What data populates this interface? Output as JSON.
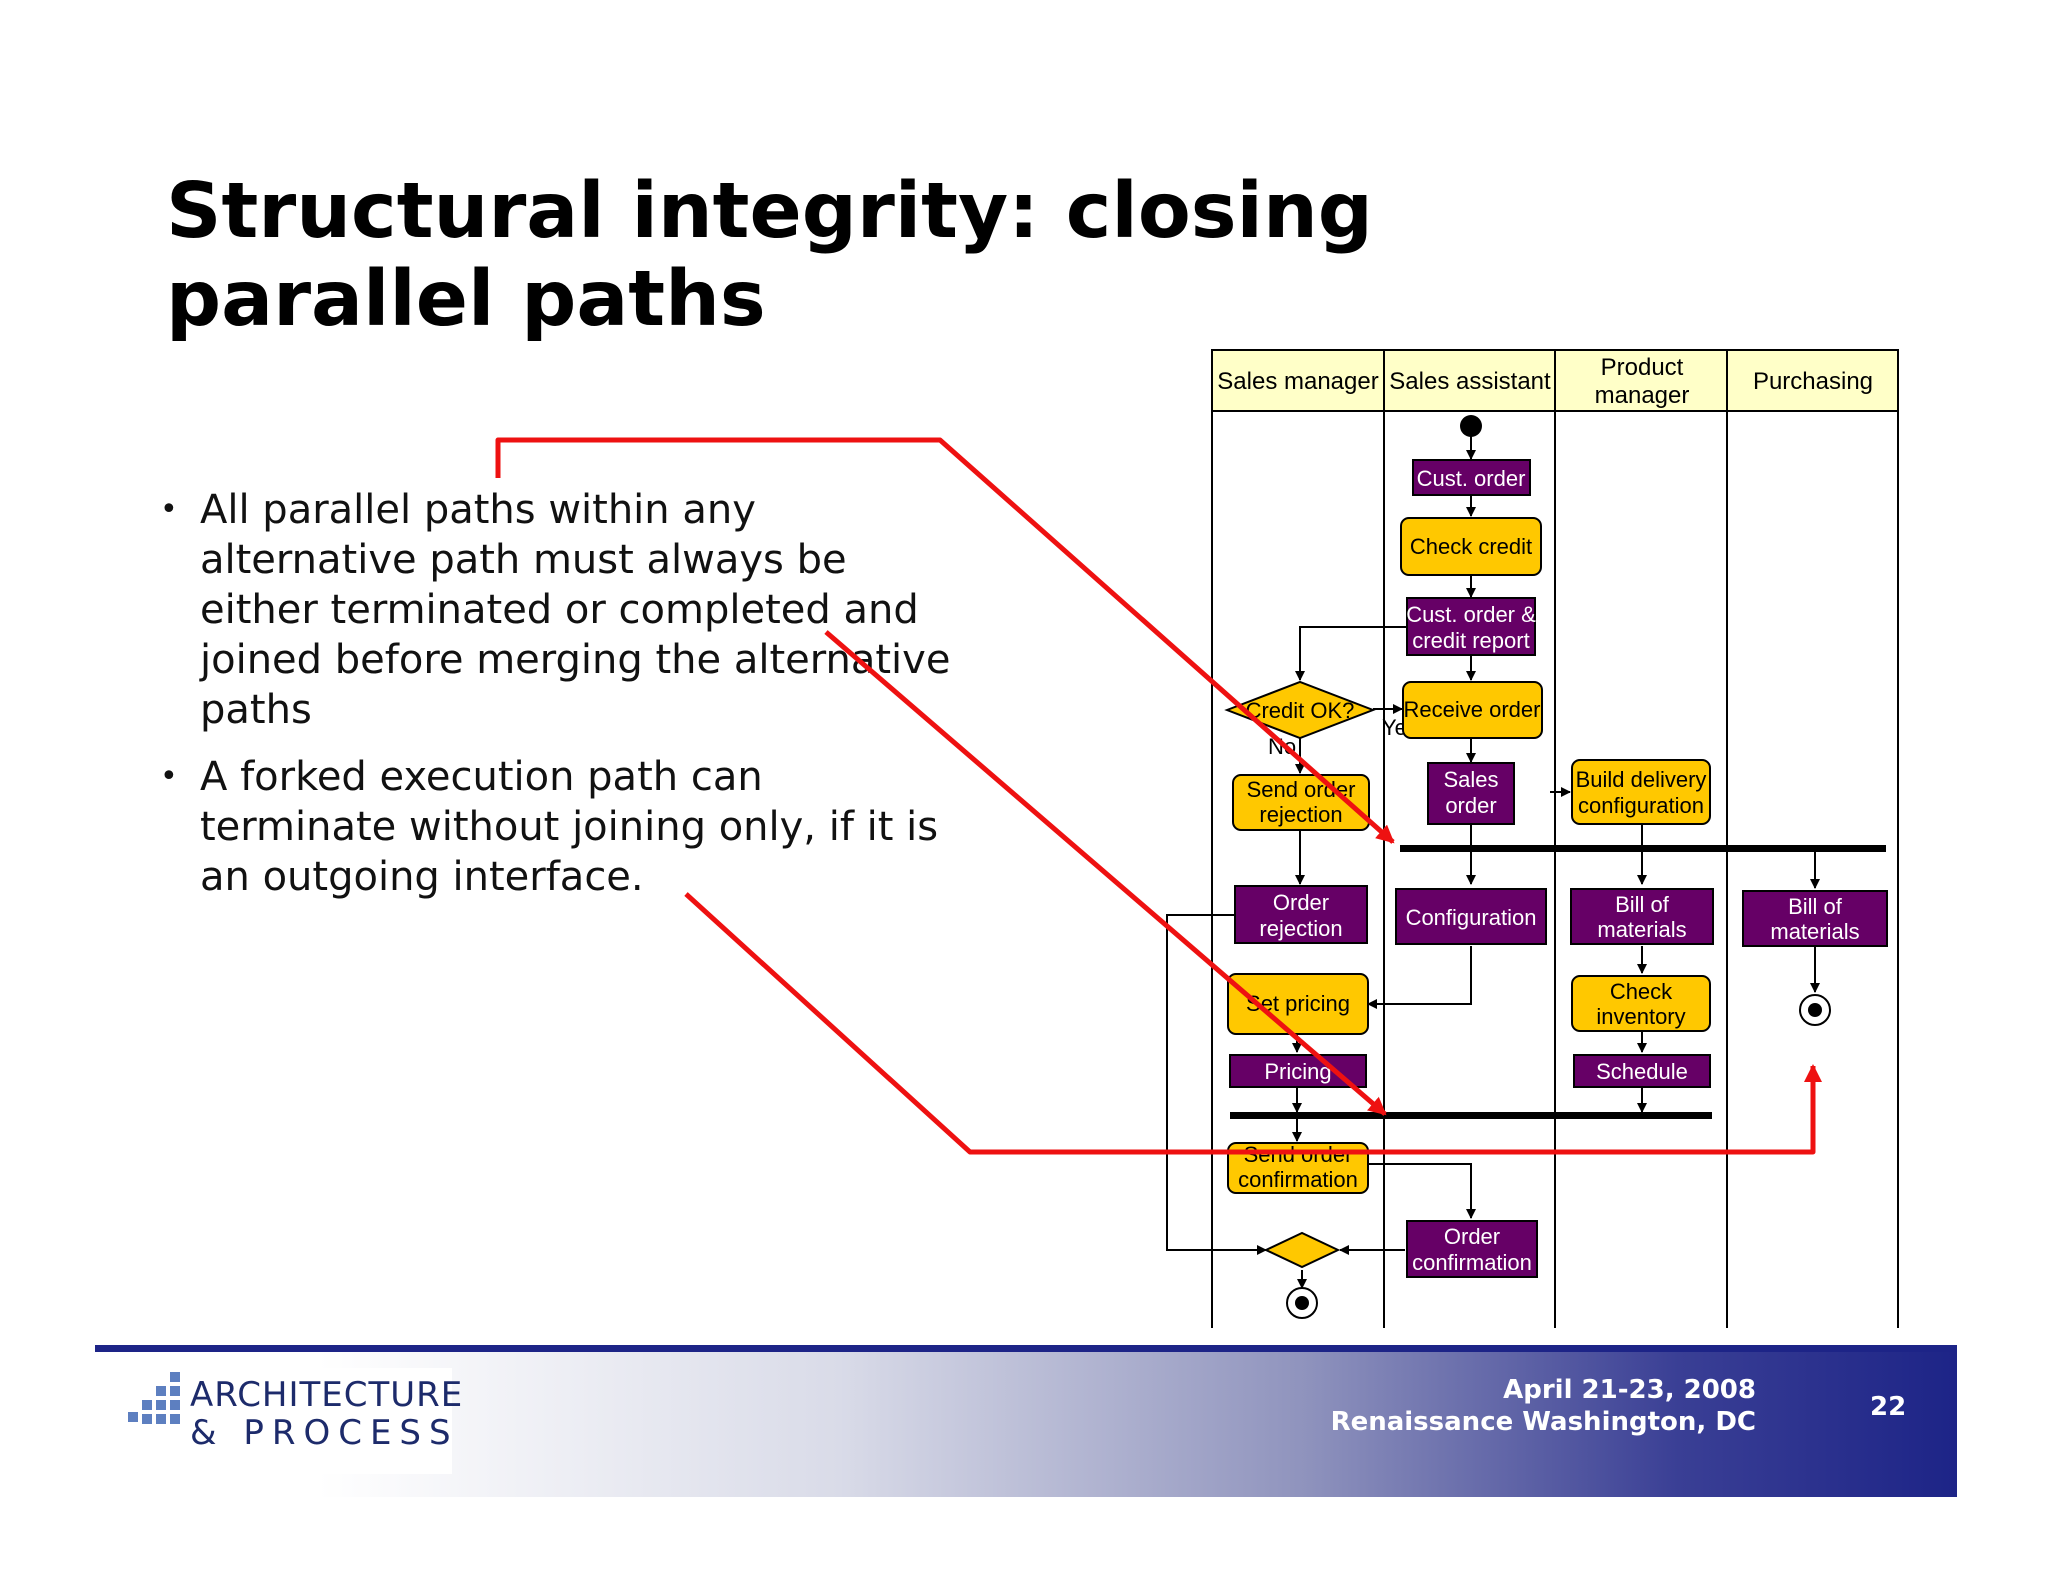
{
  "slide": {
    "title": "Structural integrity: closing parallel paths",
    "bullets": [
      "All parallel paths within any alternative path must always be either terminated or completed and joined before merging the alternative paths",
      "A forked execution path can terminate without joining only, if it is an outgoing interface."
    ]
  },
  "diagram": {
    "lanes": {
      "sales_manager": "Sales manager",
      "sales_assistant": "Sales assistant",
      "product_manager_1": "Product",
      "product_manager_2": "manager",
      "purchasing": "Purchasing"
    },
    "nodes": {
      "cust_order": "Cust. order",
      "check_credit": "Check credit",
      "cust_order_credit_1": "Cust. order &",
      "cust_order_credit_2": "credit report",
      "credit_ok": "Credit OK?",
      "yes": "Yes",
      "no": "No",
      "receive_order": "Receive order",
      "send_rejection_1": "Send order",
      "send_rejection_2": "rejection",
      "sales_order_1": "Sales",
      "sales_order_2": "order",
      "build_delivery_1": "Build delivery",
      "build_delivery_2": "configuration",
      "order_rejection_1": "Order",
      "order_rejection_2": "rejection",
      "configuration": "Configuration",
      "bom_pm_1": "Bill of",
      "bom_pm_2": "materials",
      "bom_pur_1": "Bill of",
      "bom_pur_2": "materials",
      "set_pricing": "Set pricing",
      "check_inventory_1": "Check",
      "check_inventory_2": "inventory",
      "pricing": "Pricing",
      "schedule": "Schedule",
      "send_confirmation_1": "Send order",
      "send_confirmation_2": "confirmation",
      "order_confirmation_1": "Order",
      "order_confirmation_2": "confirmation"
    },
    "colors": {
      "activity_fill": "#ffc800",
      "document_fill": "#660066",
      "lane_header_fill": "#ffffc8",
      "annotation_arrow": "#ee1111"
    }
  },
  "footer": {
    "date": "April 21-23, 2008",
    "venue": "Renaissance Washington, DC",
    "page_number": "22",
    "logo_line1": "ARCHITECTURE",
    "logo_line2": "& PROCESS",
    "band_color": "#1d2487"
  }
}
